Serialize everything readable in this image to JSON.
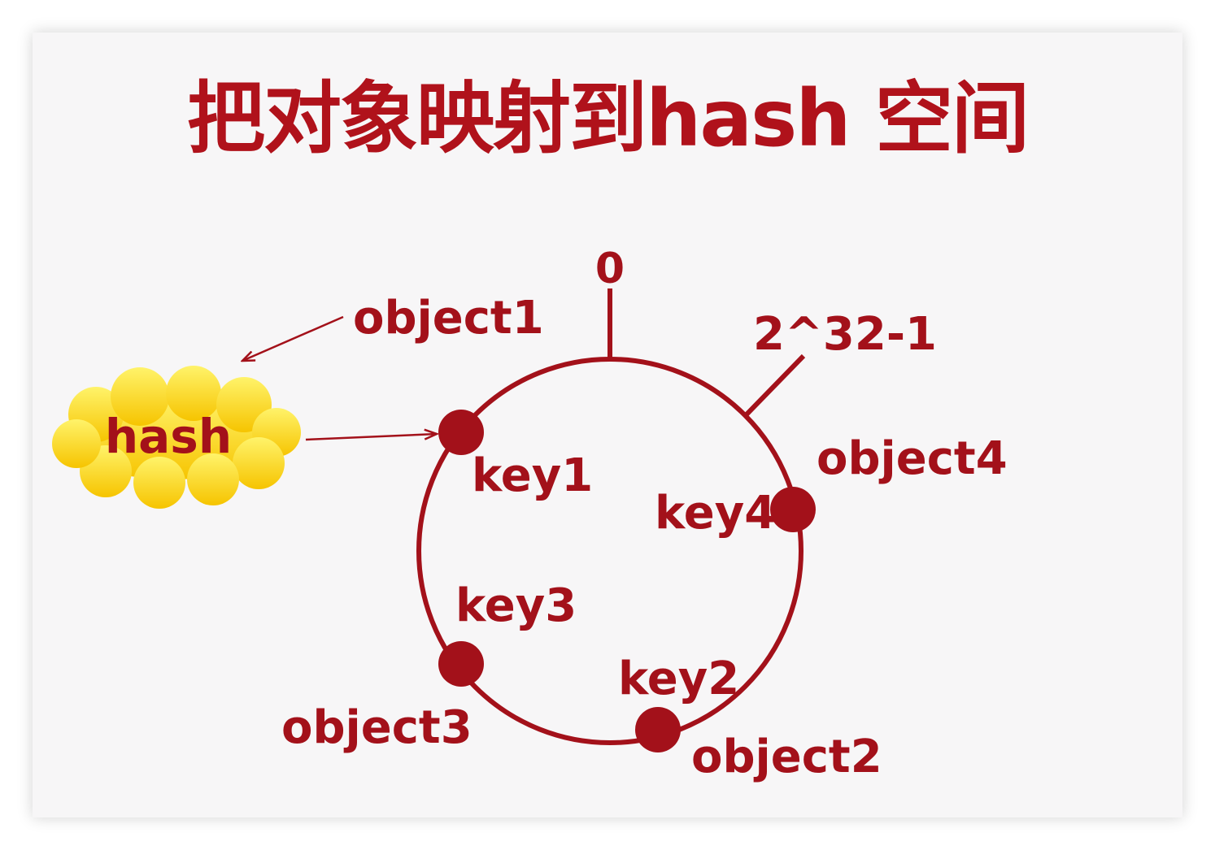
{
  "title": "把对象映射到hash 空间",
  "ring": {
    "start_label": "0",
    "end_label": "2^32-1"
  },
  "hash_function": {
    "label": "hash"
  },
  "objects": [
    {
      "name": "object1",
      "key": "key1"
    },
    {
      "name": "object2",
      "key": "key2"
    },
    {
      "name": "object3",
      "key": "key3"
    },
    {
      "name": "object4",
      "key": "key4"
    }
  ],
  "colors": {
    "accent": "#a3111a",
    "title": "#b0121b",
    "cloud_top": "#fff36a",
    "cloud_bottom": "#f6c400",
    "background": "#f7f6f7"
  }
}
